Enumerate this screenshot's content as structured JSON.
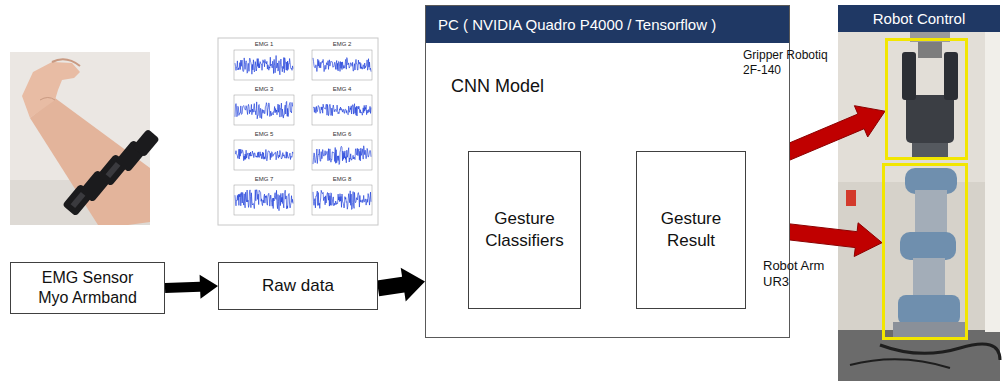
{
  "diagram": {
    "nodes": [
      {
        "text": [
          "EMG Sensor Myo Armband"
        ]
      },
      {
        "text": [
          "Raw data"
        ]
      },
      {
        "text": [
          "PC ( NVIDIA Quadro P4000 / Tensorflow )",
          "CNN Model"
        ]
      },
      {
        "text": [
          "Gesture Classifiers"
        ],
        "in": 2
      },
      {
        "text": [
          "Gesture Result"
        ],
        "in": 2
      },
      {
        "text": [
          "Robot Control"
        ]
      },
      {
        "text": [
          "Gripper Robotiq 2F-140"
        ],
        "in": 5
      },
      {
        "text": [
          "Robot Arm UR3"
        ],
        "in": 5
      }
    ],
    "edges": [
      {
        "from": 0,
        "to": 1,
        "arrow": "to"
      },
      {
        "from": 1,
        "to": 2,
        "arrow": "to"
      },
      {
        "from": 3,
        "to": 4,
        "arrow": "to"
      },
      {
        "from": 4,
        "to": 6,
        "arrow": "to"
      },
      {
        "from": 4,
        "to": 7,
        "arrow": "to"
      }
    ],
    "labels": [
      "EMG 1",
      "EMG 2",
      "EMG 3",
      "EMG 4",
      "EMG 5",
      "EMG 6",
      "EMG 7",
      "EMG 8"
    ]
  }
}
